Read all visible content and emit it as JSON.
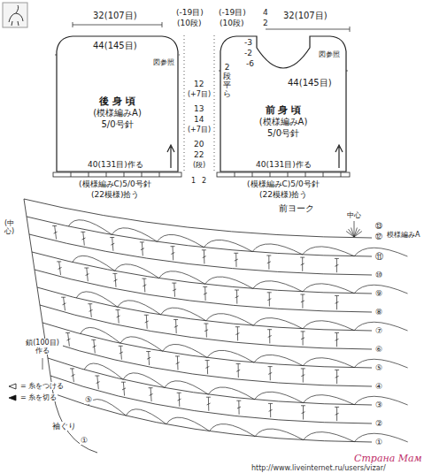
{
  "diagram": {
    "nodes": [
      {
        "text": [
          "後 身 頃",
          "(模様編みA)",
          "5/0号針"
        ]
      },
      {
        "text": [
          "前 身 頃",
          "(模様編みA)",
          "5/0号針"
        ]
      }
    ],
    "labels": [
      "32(107目)",
      "(-19目)",
      "(10段)",
      "44(145目)",
      "図参照",
      "40(131目)作る",
      "(模様編みC)5/0号針",
      "(22模様)拾う",
      "32(107目)",
      "(-19目)",
      "(10段)",
      "4",
      "2",
      "2段平ら",
      "-3",
      "-2",
      "-6",
      "44(145目)",
      "図参照",
      "40(131目)作る",
      "(模様編みC)5/0号針",
      "(22模様)拾う",
      "12",
      "(+7目)",
      "13",
      "14",
      "(+7目)",
      "20",
      "22",
      "(段)",
      "1",
      "2",
      "前ヨーク",
      "中心",
      "模様編みA",
      "⑬",
      "⑫",
      "⑪",
      "⑩",
      "⑨",
      "⑧",
      "⑦",
      "⑥",
      "⑤",
      "④",
      "③",
      "②",
      "①",
      "⑤",
      "①",
      "袖ぐり",
      "鎖(100目)作る",
      "(中心)",
      "Страна Мам",
      "http://www.liveinternet.ru/users/vizar/"
    ],
    "legend": [
      {
        "text": "= 糸をつける"
      },
      {
        "text": "= 糸を切る"
      }
    ]
  }
}
